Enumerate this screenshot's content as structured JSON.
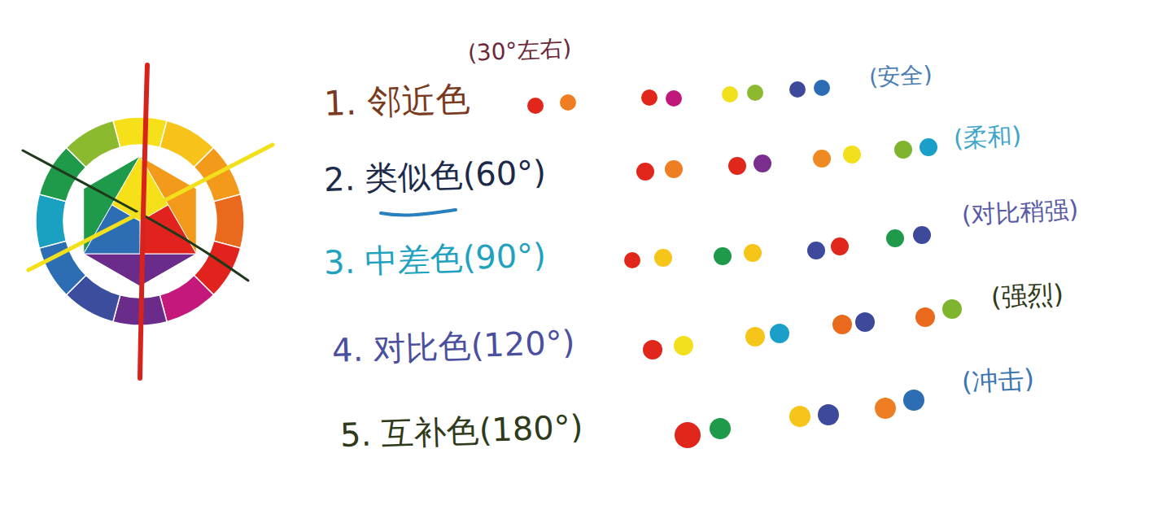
{
  "diagram": {
    "labels": [
      "(30°左右)",
      "1. 邻近色",
      "(安全)",
      "2. 类似色(60°)",
      "(柔和)",
      "3. 中差色(90°)",
      "(对比稍强)",
      "4. 对比色(120°)",
      "(强烈)",
      "5. 互补色(180°)",
      "(冲击)"
    ]
  }
}
